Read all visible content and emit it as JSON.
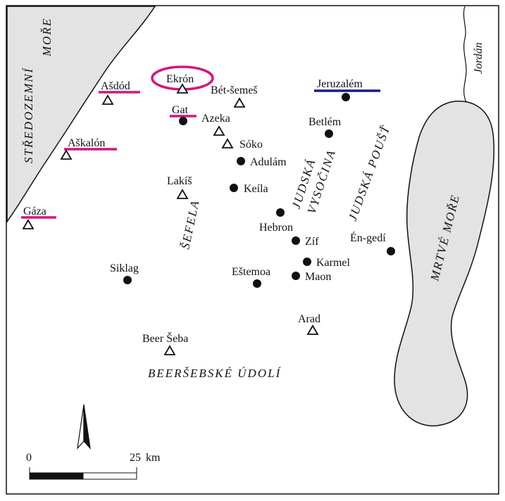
{
  "water": {
    "sea_label_1": "STŘEDOZEMNÍ",
    "sea_label_2": "MOŘE",
    "dead_sea_label": "MRTVÉ MOŘE",
    "river_label": "Jordán",
    "color": "#e3e3e3"
  },
  "regions": {
    "sefela": "ŠEFELA",
    "vysocina_1": "JUDSKÁ",
    "vysocina_2": "VYSOČINA",
    "poust": "JUDSKÁ POUŠŤ",
    "udoli": "BEERŠEBSKÉ ÚDOLÍ"
  },
  "places": [
    {
      "id": "asdod",
      "name": "Ašdód",
      "symbol": "triangle",
      "highlight": "pink-underline"
    },
    {
      "id": "ekron",
      "name": "Ekrón",
      "symbol": "triangle",
      "highlight": "pink-ellipse"
    },
    {
      "id": "gat",
      "name": "Gat",
      "symbol": "dot",
      "highlight": "pink-underline"
    },
    {
      "id": "askalon",
      "name": "Aškalón",
      "symbol": "triangle",
      "highlight": "pink-underline"
    },
    {
      "id": "gaza",
      "name": "Gáza",
      "symbol": "triangle",
      "highlight": "pink-underline"
    },
    {
      "id": "jeruzalem",
      "name": "Jeruzalém",
      "symbol": "dot",
      "highlight": "blue-underline"
    },
    {
      "id": "bet-semes",
      "name": "Bét-šemeš",
      "symbol": "triangle",
      "highlight": "none"
    },
    {
      "id": "azeka",
      "name": "Azeka",
      "symbol": "triangle",
      "highlight": "none"
    },
    {
      "id": "soko",
      "name": "Sóko",
      "symbol": "triangle",
      "highlight": "none"
    },
    {
      "id": "adulam",
      "name": "Adulám",
      "symbol": "dot",
      "highlight": "none"
    },
    {
      "id": "betlem",
      "name": "Betlém",
      "symbol": "dot",
      "highlight": "none"
    },
    {
      "id": "lakis",
      "name": "Lakíš",
      "symbol": "triangle",
      "highlight": "none"
    },
    {
      "id": "keila",
      "name": "Keíla",
      "symbol": "dot",
      "highlight": "none"
    },
    {
      "id": "hebron",
      "name": "Hebron",
      "symbol": "dot",
      "highlight": "none"
    },
    {
      "id": "zif",
      "name": "Zíf",
      "symbol": "dot",
      "highlight": "none"
    },
    {
      "id": "en-gedi",
      "name": "Én-gedí",
      "symbol": "dot",
      "highlight": "none"
    },
    {
      "id": "karmel",
      "name": "Karmel",
      "symbol": "dot",
      "highlight": "none"
    },
    {
      "id": "maon",
      "name": "Maon",
      "symbol": "dot",
      "highlight": "none"
    },
    {
      "id": "estemoa",
      "name": "Eštemoa",
      "symbol": "dot",
      "highlight": "none"
    },
    {
      "id": "siklag",
      "name": "Siklag",
      "symbol": "dot",
      "highlight": "none"
    },
    {
      "id": "arad",
      "name": "Arad",
      "symbol": "triangle",
      "highlight": "none"
    },
    {
      "id": "beer-seba",
      "name": "Beer Šeba",
      "symbol": "triangle",
      "highlight": "none"
    }
  ],
  "scale": {
    "start_label": "0",
    "end_label": "25",
    "unit": "km"
  },
  "colors": {
    "highlight_pink": "#d6157c",
    "highlight_blue": "#1a1a8c",
    "ink": "#111111"
  }
}
